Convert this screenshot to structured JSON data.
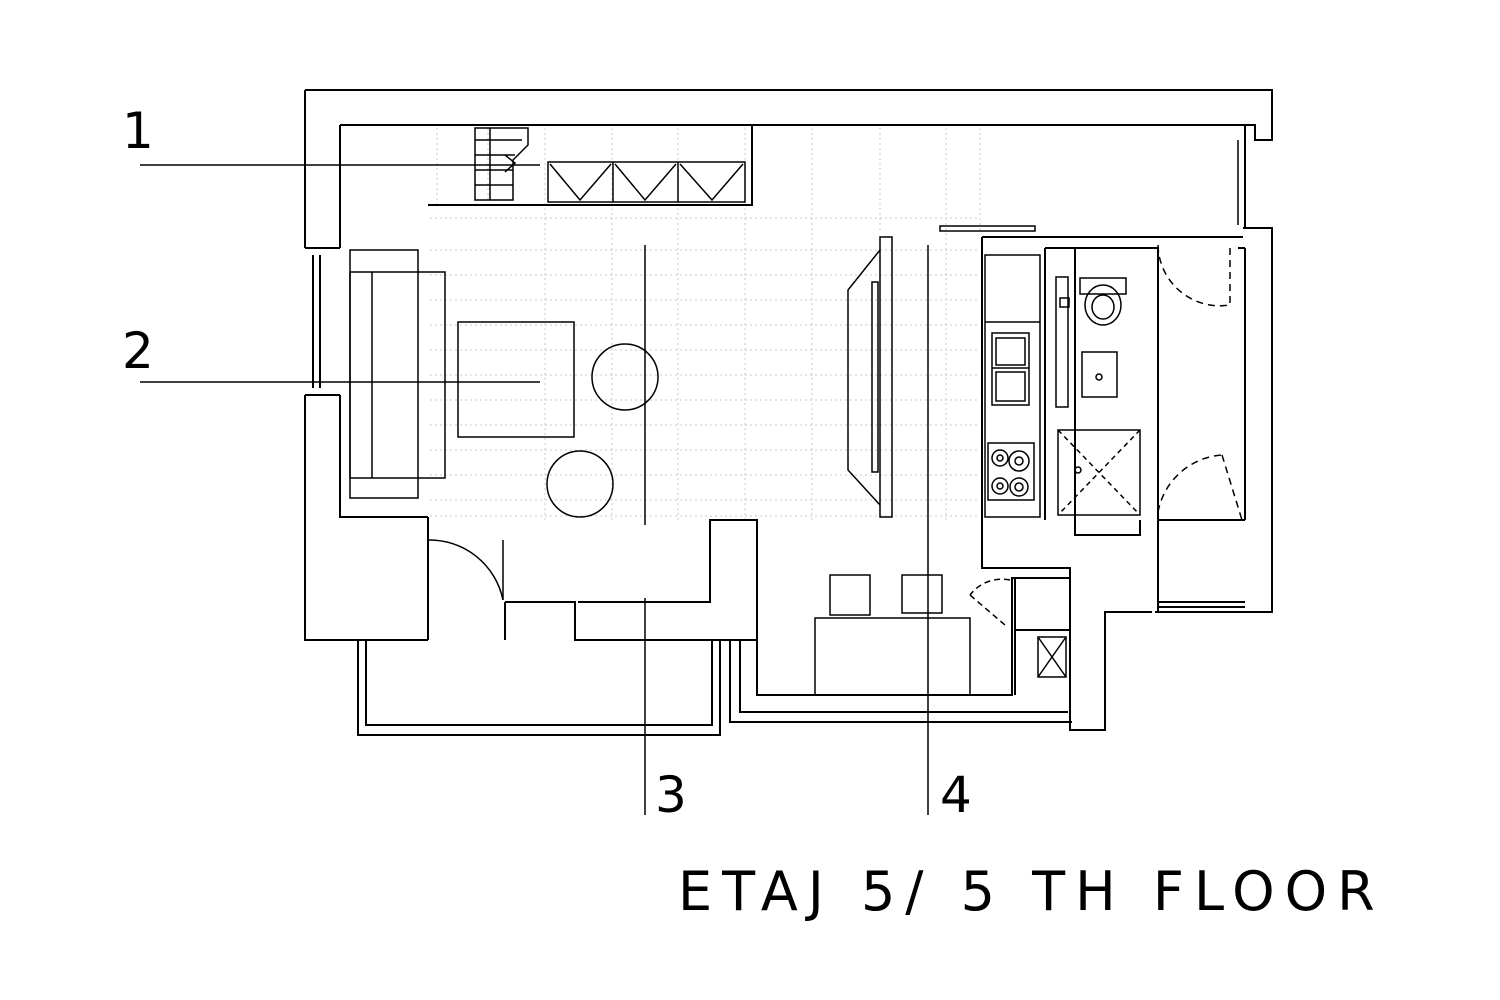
{
  "diagram": {
    "type": "architectural floor plan",
    "title": "ETAJ 5/ 5 TH FLOOR",
    "callouts": [
      "1",
      "2",
      "3",
      "4"
    ],
    "colors": {
      "line": "#000000",
      "grid": "#c8c8c8",
      "background": "#ffffff"
    }
  }
}
